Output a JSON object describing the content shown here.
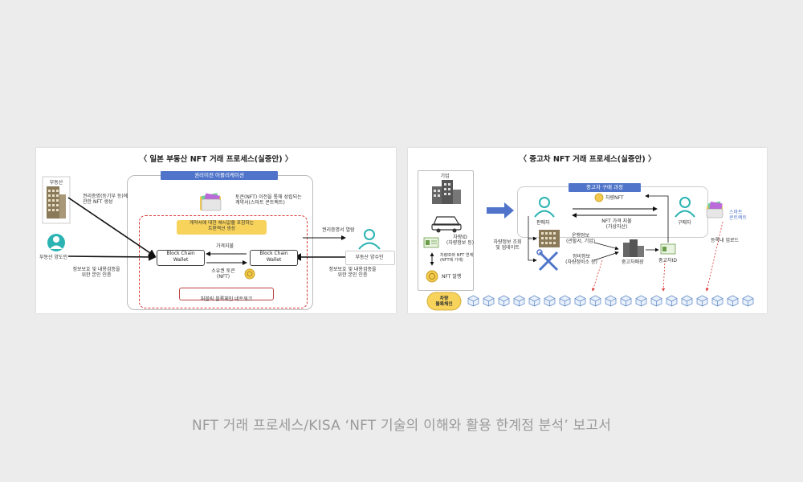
{
  "left_panel": {
    "title": "〈 일본 부동산 NFT 거래 프로세스(실증안) 〉",
    "app_label": "권리이전 어플리케이션",
    "building_label": "부동산",
    "building_note": "권리증명(등기부 등)에\n관한 NFT 생성",
    "transferor_label": "부동산 양도인",
    "transferor_note": "정보보호 및 내용검증을\n위한 본인 인증",
    "token_note": "토큰(NFT) 이전을 통해 성립되는\n계약서(스마트 콘트랙트)",
    "tx_note": "계약서에 대한 해시값을 포함하는\n트랜잭션 생성",
    "price_pay": "가격지불",
    "ownership_token": "소유권 토큰\n(NFT)",
    "wallet_left": "Block Chain\nWallet",
    "wallet_right": "Block Chain\nWallet",
    "public_chain": "퍼블릭 블록체인 네트워크",
    "rights_view": "권리증명서 열람",
    "transferee_label": "부동산 양수인",
    "transferee_note": "정보보호 및 내용검증을\n위한 본인 인증"
  },
  "right_panel": {
    "title": "〈 중고차 NFT 거래 프로세스(실증안) 〉",
    "company_label": "기업",
    "car_id": "차량ID\n(차량정보 등)",
    "car_id_link": "차량ID와 NFT 연계\n(NFT에 기재)",
    "nft_issue": "NFT 발행",
    "chain_label": "차량\n블록체인",
    "purchase_process": "중고차 구매 과정",
    "car_nft": "차량NFT",
    "seller": "판매자",
    "buyer": "구매자",
    "price_pay": "NFT 가격 지불\n(가상자산)",
    "smart_contract": "스마트\n콘트랙트",
    "lookup_note": "차량정보 조회\n및 업데이트",
    "operation_info": "운행정보\n(관할서, 기업)",
    "repair_info": "정비정보\n(차량정비소 등)",
    "dealer": "중고차매장",
    "used_car_id": "중고차ID",
    "register_upload": "등록내 업로드"
  },
  "caption": "NFT 거래 프로세스/KISA ‘NFT 기술의 이해와 활용 한계점 분석’ 보고서",
  "colors": {
    "accent_blue": "#4f74c9",
    "highlight_yellow": "#f7d35c",
    "dashed_red": "#d33",
    "person_teal": "#2bb3b3"
  }
}
